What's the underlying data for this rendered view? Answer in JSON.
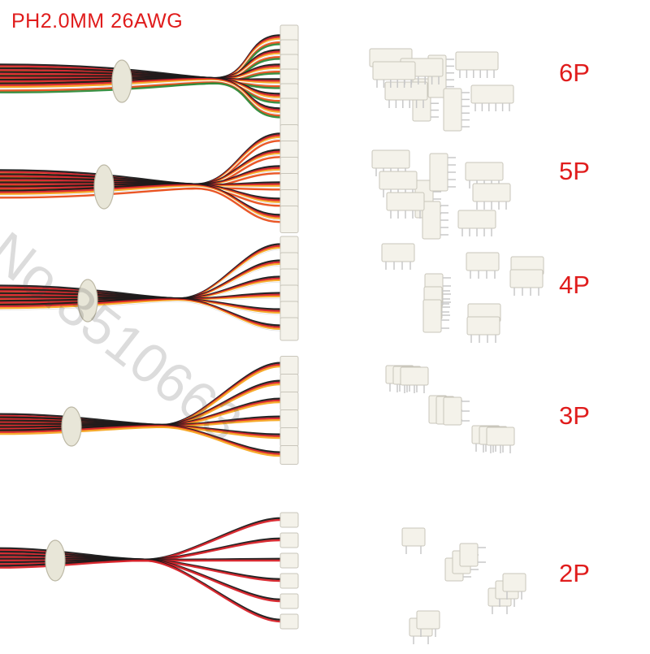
{
  "title": "PH2.0MM 26AWG",
  "watermark": "No.3510663",
  "rows": [
    {
      "label": "6P",
      "pins": 6,
      "wires": [
        "#1a1a1a",
        "#d8232a",
        "#f5a623",
        "#ffffff",
        "#e94e1b",
        "#2e8b3a"
      ]
    },
    {
      "label": "5P",
      "pins": 5,
      "wires": [
        "#1a1a1a",
        "#d8232a",
        "#f5a623",
        "#ffffff",
        "#e94e1b"
      ]
    },
    {
      "label": "4P",
      "pins": 4,
      "wires": [
        "#1a1a1a",
        "#d8232a",
        "#f5a623",
        "#ffffff"
      ]
    },
    {
      "label": "3P",
      "pins": 3,
      "wires": [
        "#1a1a1a",
        "#d8232a",
        "#f5a623"
      ]
    },
    {
      "label": "2P",
      "pins": 2,
      "wires": [
        "#1a1a1a",
        "#d8232a"
      ]
    }
  ],
  "colors": {
    "label": "#e01c1c",
    "connector": "#f4f2ea",
    "connector_edge": "#c9c6bb",
    "pin": "#c8c8c8",
    "band": "#e8e6d8"
  }
}
